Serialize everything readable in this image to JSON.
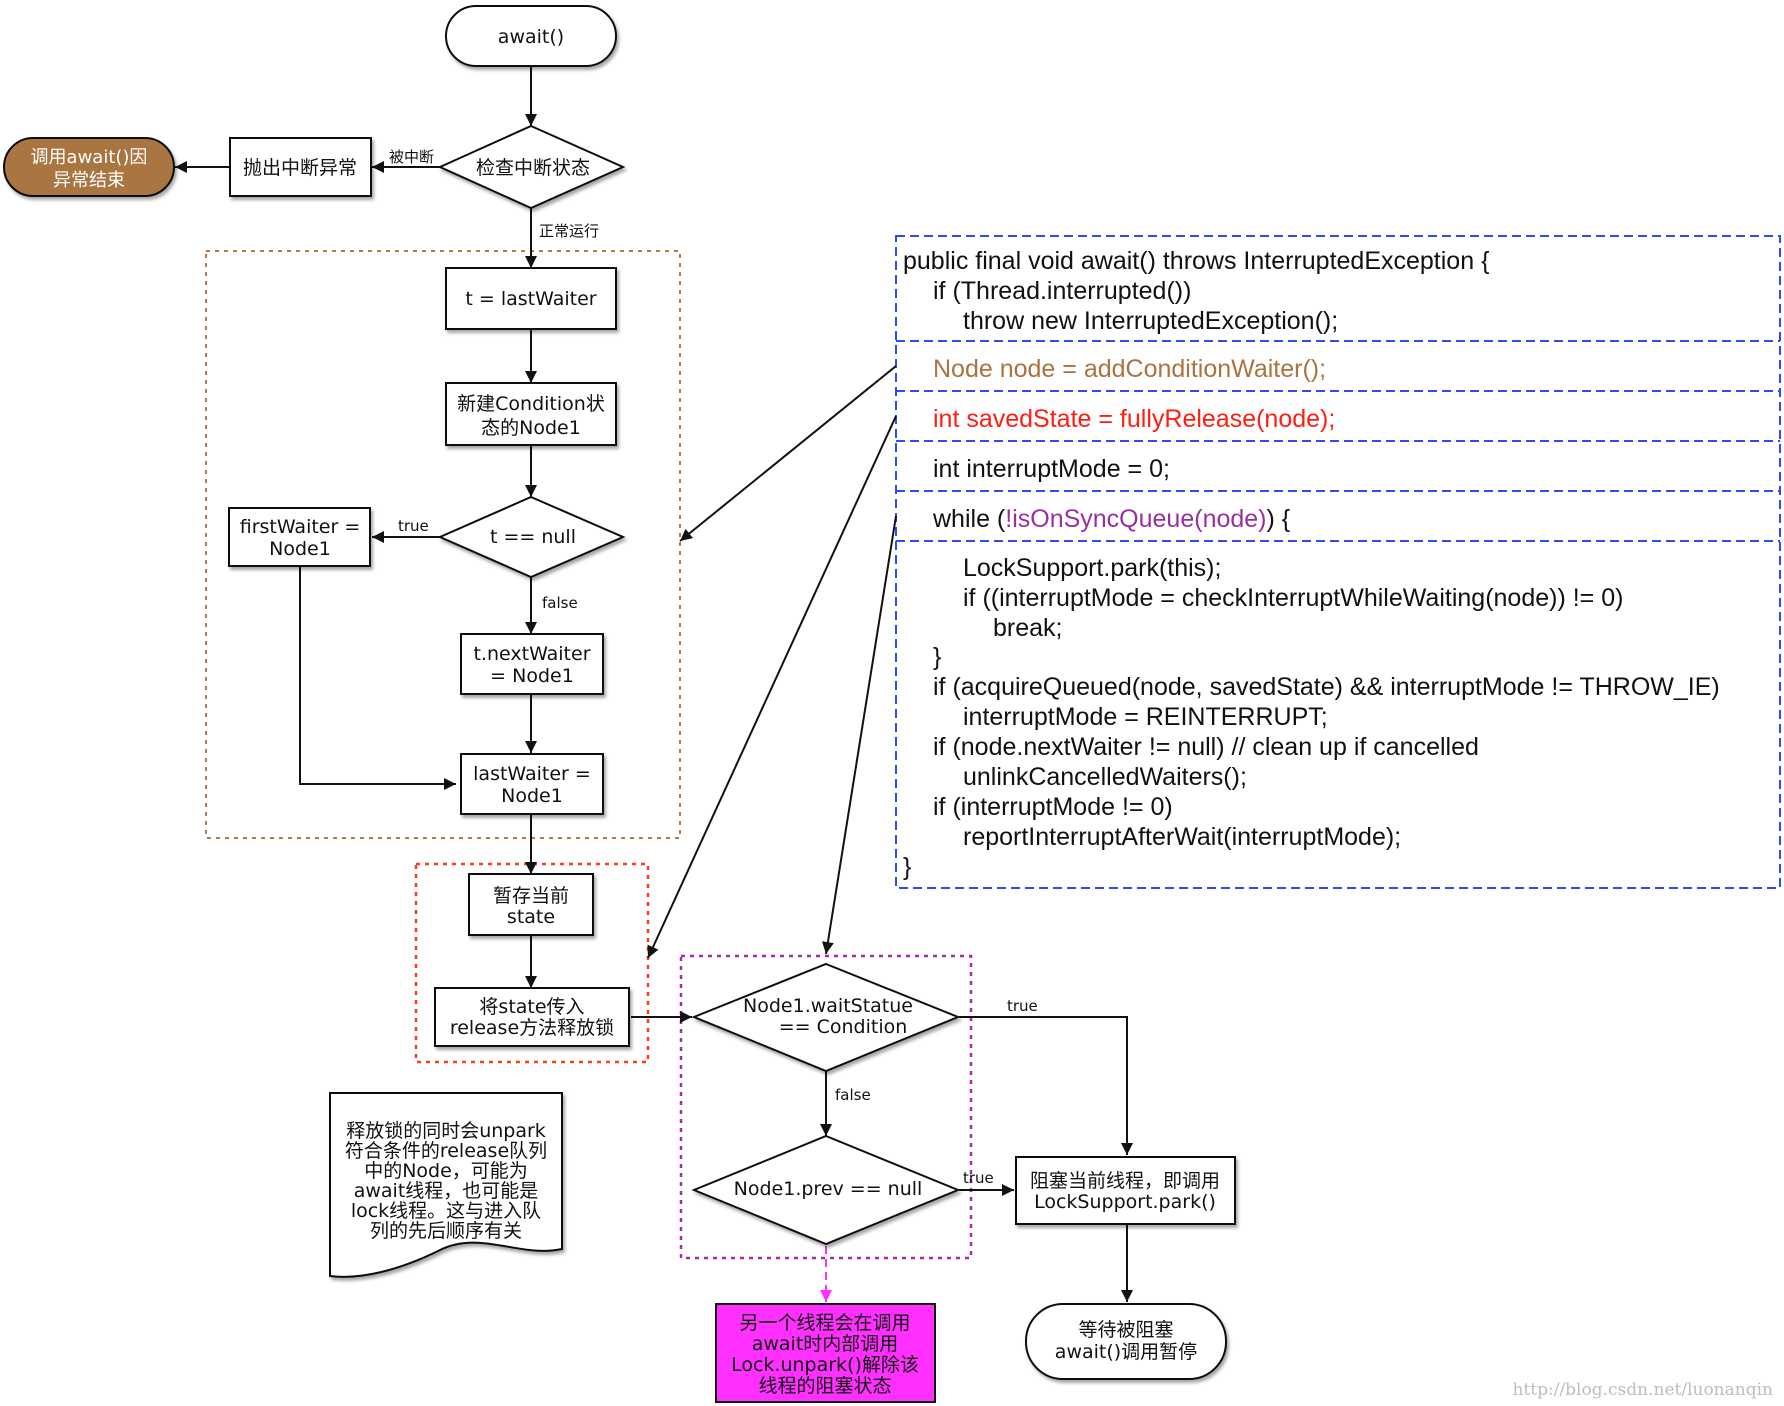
{
  "colors": {
    "stroke": "#111111",
    "terminal_brown": "#a97441",
    "frame_brown": "#b47a46",
    "frame_red": "#ff3b1f",
    "frame_purple": "#a22cb0",
    "frame_blue": "#2d4df2",
    "code_brown": "#a97441",
    "code_red": "#ff1e10",
    "code_purple": "#9a2fa0",
    "magenta_fill": "#ff2fff",
    "watermark": "#bdbdbd"
  },
  "nodes": {
    "start": "await()",
    "check": "检查中断状态",
    "throw": "抛出中断异常",
    "end_exception": [
      "调用await()因",
      "异常结束"
    ],
    "t_last": "t = lastWaiter",
    "new_node": [
      "新建Condition状",
      "态的Node1"
    ],
    "t_null": "t == null",
    "first_waiter": [
      "firstWaiter =",
      "Node1"
    ],
    "next_waiter": [
      "t.nextWaiter",
      "= Node1"
    ],
    "last_waiter": [
      "lastWaiter =",
      "Node1"
    ],
    "save_state": [
      "暂存当前",
      "state"
    ],
    "release": [
      "将state传入",
      "release方法释放锁"
    ],
    "wait_status": [
      "Node1.waitStatue",
      "== Condition"
    ],
    "prev_null": "Node1.prev == null",
    "park": [
      "阻塞当前线程，即调用",
      "LockSupport.park()"
    ],
    "wait_end": [
      "等待被阻塞",
      "await()调用暂停"
    ],
    "unpark": [
      "另一个线程会在调用",
      "await时内部调用",
      "Lock.unpark()解除该",
      "线程的阻塞状态"
    ],
    "note": [
      "释放锁的同时会unpark",
      "符合条件的release队列",
      "中的Node，可能为",
      "await线程，也可能是",
      "lock线程。这与进入队",
      "列的先后顺序有关"
    ]
  },
  "edges": {
    "interrupted": "被中断",
    "normal": "正常运行",
    "t_true": "true",
    "t_false": "false",
    "ws_true": "true",
    "ws_false": "false",
    "prev_true": "true"
  },
  "code": {
    "l1": "public final void await() throws InterruptedException {",
    "l2": "if (Thread.interrupted())",
    "l3": "throw new InterruptedException();",
    "l4": "Node node = addConditionWaiter();",
    "l5": "int savedState = fullyRelease(node);",
    "l6": "int interruptMode = 0;",
    "l7_a": "while (",
    "l7_b": "!isOnSyncQueue(node)",
    "l7_c": ") {",
    "l8": "LockSupport.park(this);",
    "l9": "if ((interruptMode = checkInterruptWhileWaiting(node)) != 0)",
    "l10": "break;",
    "l11": "}",
    "l12": "if (acquireQueued(node, savedState) && interruptMode != THROW_IE)",
    "l13": "interruptMode = REINTERRUPT;",
    "l14": "if (node.nextWaiter != null) // clean up if cancelled",
    "l15": "unlinkCancelledWaiters();",
    "l16": "if (interruptMode != 0)",
    "l17": "reportInterruptAfterWait(interruptMode);",
    "l18": "}"
  },
  "watermark": "http://blog.csdn.net/luonanqin"
}
